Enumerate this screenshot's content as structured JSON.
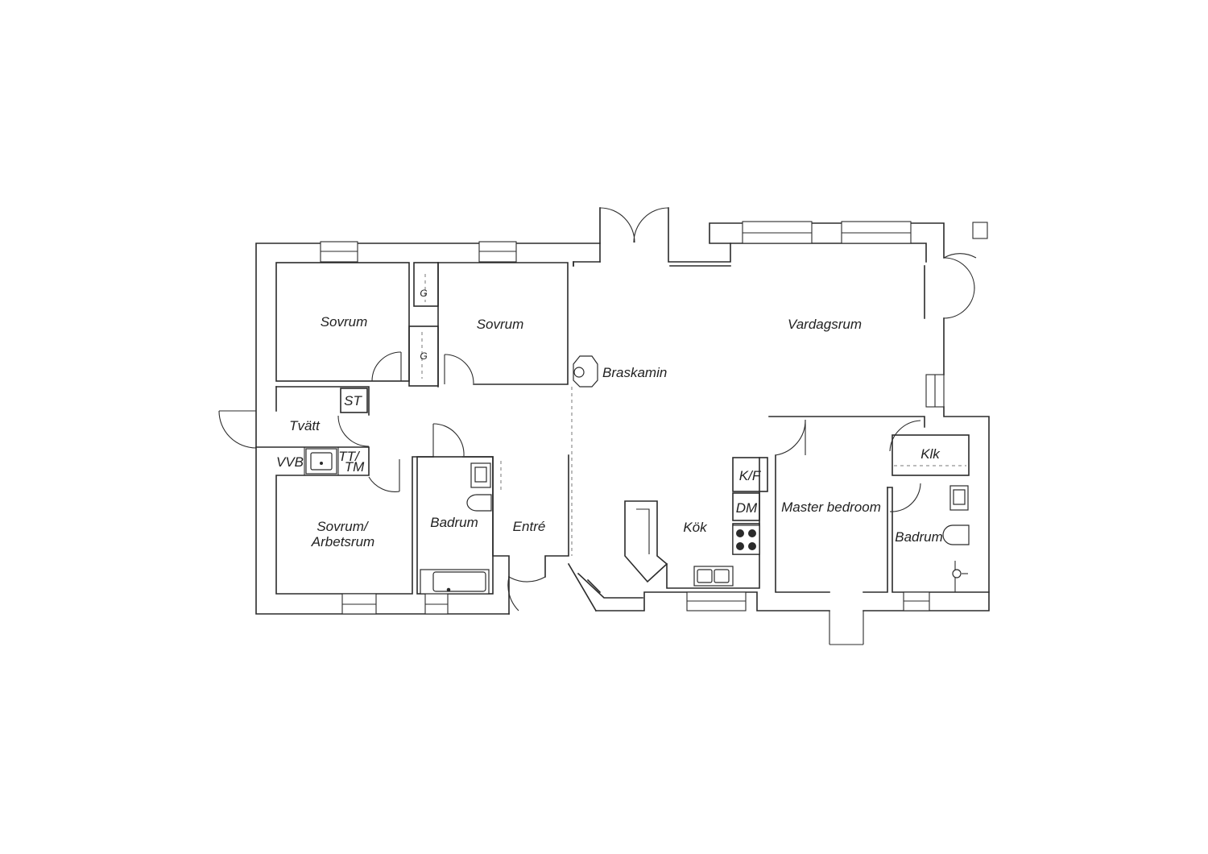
{
  "rooms": {
    "sovrum_1": "Sovrum",
    "sovrum_2": "Sovrum",
    "vardagsrum": "Vardagsrum",
    "braskamin": "Braskamin",
    "tvatt": "Tvätt",
    "st": "ST",
    "vvb": "VVB",
    "tt_tm_top": "TT/",
    "tt_tm_bottom": "TM",
    "sovrum_arbetsrum_1": "Sovrum/",
    "sovrum_arbetsrum_2": "Arbetsrum",
    "badrum_1": "Badrum",
    "entre": "Entré",
    "kok": "Kök",
    "kf": "K/F",
    "dm": "DM",
    "master_bedroom": "Master bedroom",
    "klk": "Klk",
    "badrum_2": "Badrum",
    "garderob_1": "G",
    "garderob_2": "G"
  }
}
